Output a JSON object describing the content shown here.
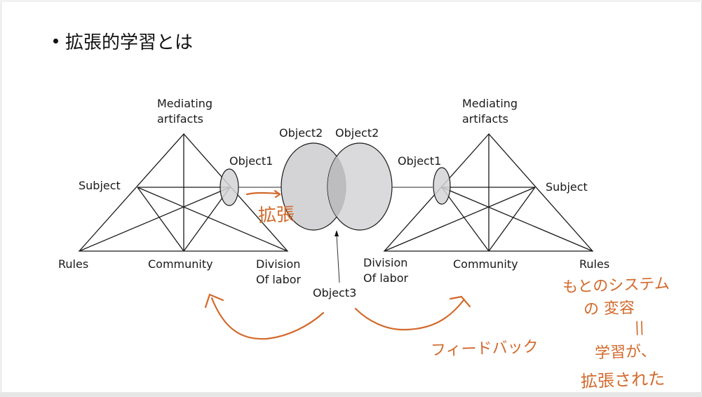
{
  "slide": {
    "title": "拡張的学習とは"
  },
  "left_triangle": {
    "top": "Mediating\nartifacts",
    "top_line1": "Mediating",
    "top_line2": "artifacts",
    "subject": "Subject",
    "object": "Object1",
    "rules": "Rules",
    "community": "Community",
    "division_line1": "Division",
    "division_line2": "Of labor"
  },
  "right_triangle": {
    "top_line1": "Mediating",
    "top_line2": "artifacts",
    "subject": "Subject",
    "object": "Object1",
    "rules": "Rules",
    "community": "Community",
    "division_line1": "Division",
    "division_line2": "Of labor"
  },
  "center": {
    "object2_left": "Object2",
    "object2_right": "Object2",
    "object3": "Object3"
  },
  "annotations": {
    "expansion": "拡張",
    "feedback": "フィードバック",
    "note_line1": "もとのシステム",
    "note_line2": "の 変容",
    "note_line3": "||",
    "note_line4": "学習が、",
    "note_line5": "拡張された"
  },
  "colors": {
    "ink": "#1a1a1a",
    "ellipse_fill": "#d4d4d6",
    "handwriting": "#d26a2c"
  }
}
